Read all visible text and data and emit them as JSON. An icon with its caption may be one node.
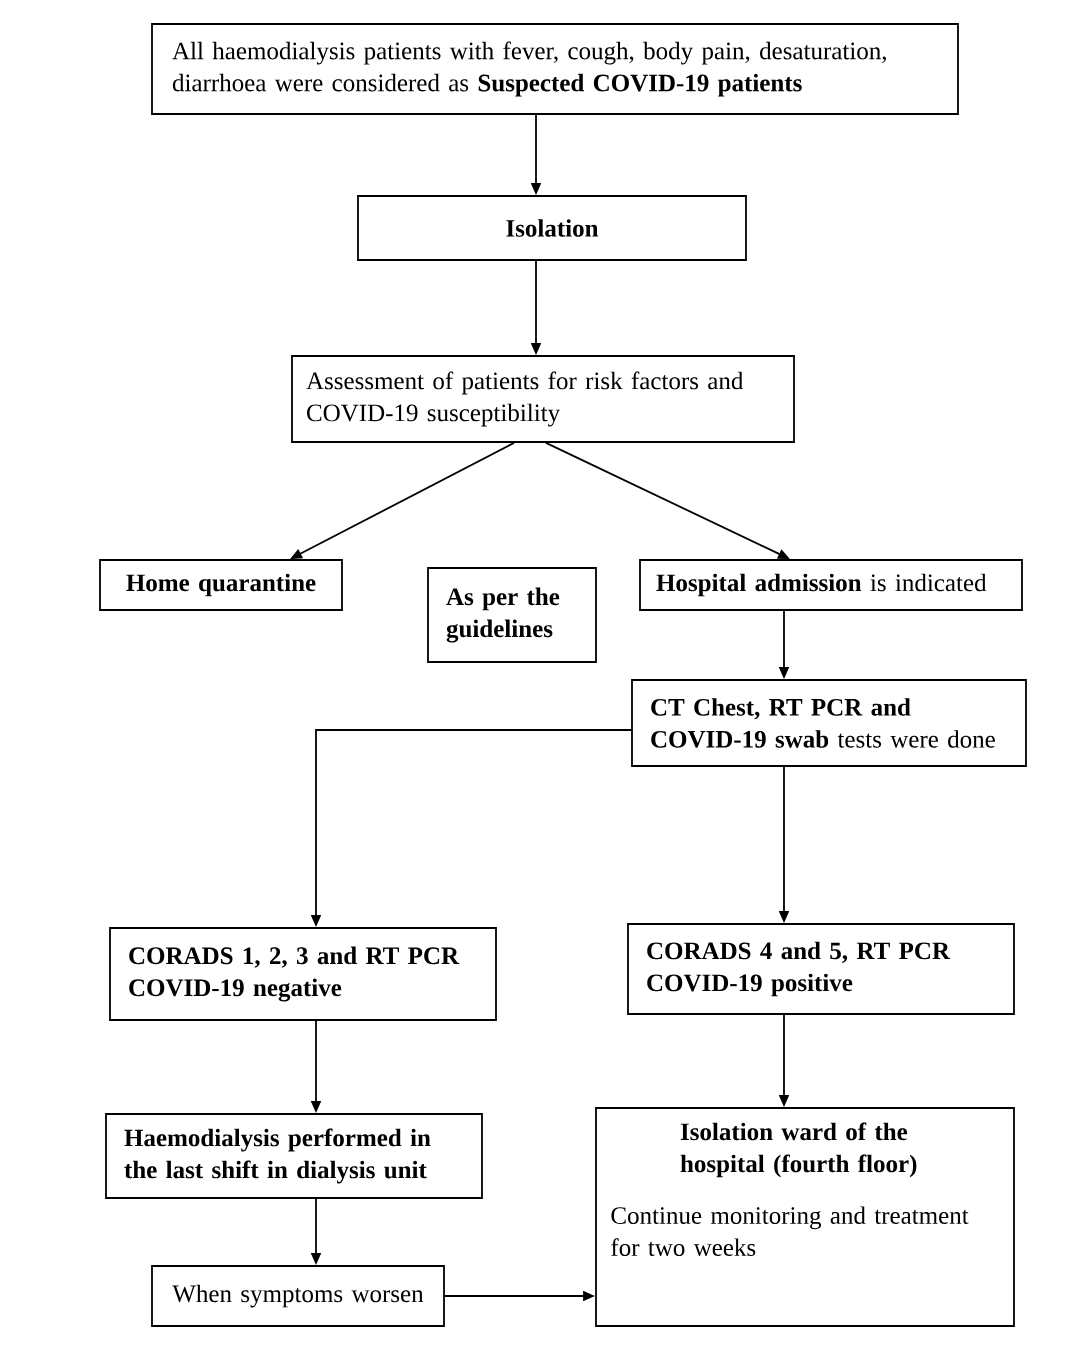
{
  "diagram": {
    "nodes": [
      {
        "text": [
          "All haemodialysis patients with fever, cough, body pain, desaturation, diarrhoea were considered as **Suspected COVID-19 patients**"
        ]
      },
      {
        "text": [
          "Isolation"
        ]
      },
      {
        "text": [
          "Assessment of patients for risk factors and COVID-19 susceptibility"
        ]
      },
      {
        "text": [
          "Home quarantine"
        ]
      },
      {
        "text": [
          "As per the guidelines"
        ]
      },
      {
        "text": [
          "**Hospital admission** is indicated"
        ]
      },
      {
        "text": [
          "**CT Chest, RT PCR and COVID-19 swab** tests were done"
        ]
      },
      {
        "text": [
          "CORADS 1, 2, 3 and RT PCR COVID-19 negative"
        ]
      },
      {
        "text": [
          "CORADS 4 and 5, RT PCR COVID-19 positive"
        ]
      },
      {
        "text": [
          "Haemodialysis performed in the last shift in dialysis unit"
        ]
      },
      {
        "text": [
          "When symptoms worsen"
        ]
      },
      {
        "text": [
          "Isolation ward of the hospital (fourth floor)",
          "Continue monitoring and treatment for two weeks"
        ]
      }
    ],
    "edges": [
      {
        "from": 0,
        "to": 1,
        "arrow": "to"
      },
      {
        "from": 1,
        "to": 2,
        "arrow": "to"
      },
      {
        "from": 2,
        "to": 3,
        "arrow": "to"
      },
      {
        "from": 2,
        "to": 5,
        "arrow": "to"
      },
      {
        "from": 5,
        "to": 6,
        "arrow": "to"
      },
      {
        "from": 6,
        "to": 7,
        "arrow": "to"
      },
      {
        "from": 6,
        "to": 8,
        "arrow": "to"
      },
      {
        "from": 7,
        "to": 9,
        "arrow": "to"
      },
      {
        "from": 9,
        "to": 10,
        "arrow": "to"
      },
      {
        "from": 10,
        "to": 11,
        "arrow": "to"
      },
      {
        "from": 8,
        "to": 11,
        "arrow": "to"
      }
    ]
  }
}
